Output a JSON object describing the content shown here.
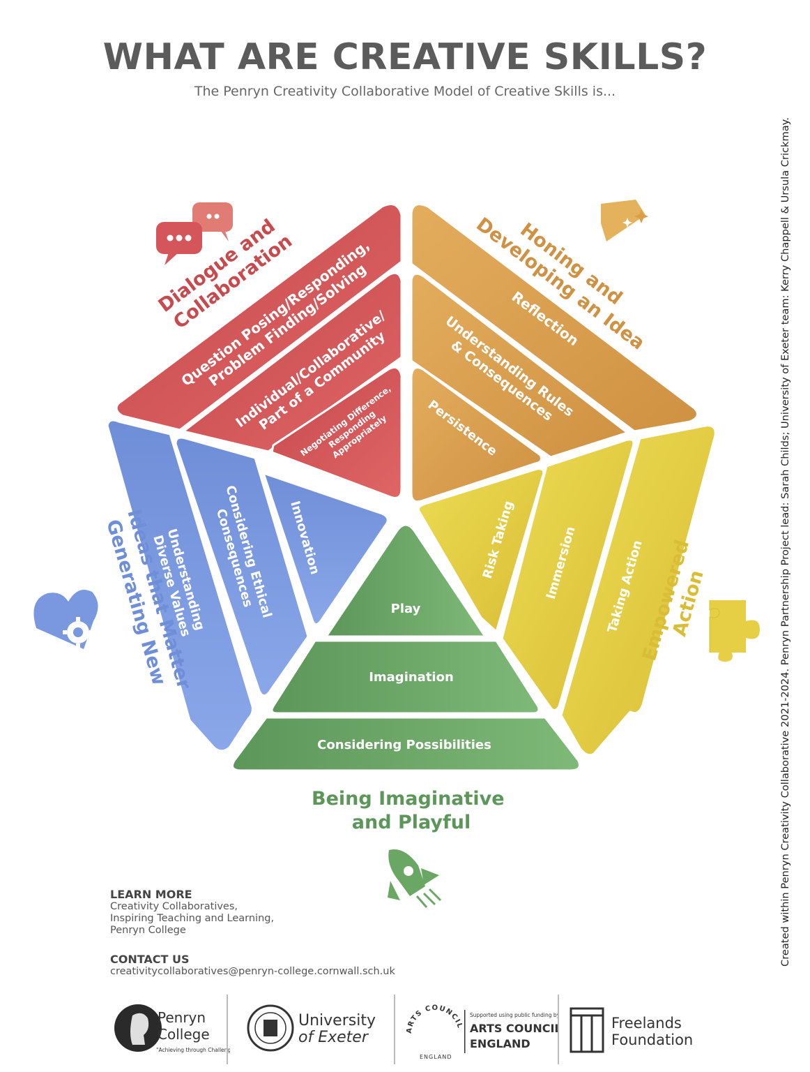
{
  "header": {
    "title": "WHAT ARE CREATIVE SKILLS?",
    "subtitle": "The Penryn Creativity Collaborative Model of Creative Skills is..."
  },
  "side_credit": "Created within Penryn Creativity Collaborative 2021-2024. Penryn Partnership Project lead: Sarah Childs; University of Exeter team: Kerry Chappell & Ursula Crickmay.",
  "colors": {
    "red": "#d4555a",
    "orange": "#dfa24c",
    "yellow": "#e7cf45",
    "green": "#6aa764",
    "blue": "#7a98df"
  },
  "sections": {
    "dialogue": {
      "heading_1": "Dialogue and",
      "heading_2": "Collaboration",
      "band_1_line_1": "Question Posing/Responding,",
      "band_1_line_2": "Problem Finding/Solving",
      "band_2_line_1": "Individual/Collaborative/",
      "band_2_line_2": "Part of a Community",
      "band_3_line_1": "Negotiating Difference,",
      "band_3_line_2": "Responding",
      "band_3_line_3": "Appropriately",
      "icon": "speech-bubbles-icon"
    },
    "honing": {
      "heading_1": "Honing and",
      "heading_2": "Developing an Idea",
      "band_1_line_1": "Reflection",
      "band_2_line_1": "Understanding Rules",
      "band_2_line_2": "& Consequences",
      "band_3_line_1": "Persistence",
      "icon": "gem-icon"
    },
    "empowered": {
      "heading_1": "Empowered",
      "heading_2": "Action",
      "band_1_line_1": "Taking Action",
      "band_2_line_1": "Immersion",
      "band_3_line_1": "Risk Taking",
      "icon": "puzzle-piece-icon"
    },
    "imaginative": {
      "heading_1": "Being Imaginative",
      "heading_2": "and Playful",
      "band_1_line_1": "Considering Possibilities",
      "band_2_line_1": "Imagination",
      "band_3_line_1": "Play",
      "icon": "rocket-icon"
    },
    "generating": {
      "heading_1": "Generating New",
      "heading_2": "Ideas that Matter",
      "band_1_line_1": "Understanding",
      "band_1_line_2": "Diverse Values",
      "band_2_line_1": "Considering Ethical",
      "band_2_line_2": "Consequences",
      "band_3_line_1": "Innovation",
      "icon": "heart-gear-icon"
    }
  },
  "learn_more": {
    "heading": "LEARN MORE",
    "line_1": "Creativity Collaboratives,",
    "line_2": "Inspiring Teaching and Learning,",
    "line_3": "Penryn College"
  },
  "contact": {
    "heading": "CONTACT US",
    "email": "creativitycollaboratives@penryn-college.cornwall.sch.uk"
  },
  "logos": {
    "penryn_1": "Penryn",
    "penryn_2": "College",
    "penryn_motto": "\"Achieving through Challenge\"",
    "exeter_1": "University",
    "exeter_2": "of Exeter",
    "arts_top": "ARTS COUNCIL",
    "arts_bottom": "ENGLAND",
    "arts_small": "Supported using public funding by",
    "arts_1": "ARTS COUNCIL",
    "arts_2": "ENGLAND",
    "freelands_1": "Freelands",
    "freelands_2": "Foundation"
  }
}
